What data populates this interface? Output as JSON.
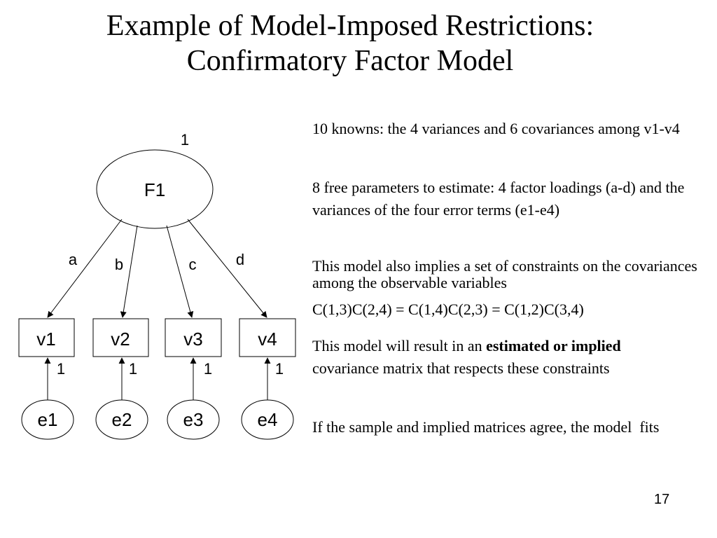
{
  "slide": {
    "title_line1": "Example of Model-Imposed Restrictions:",
    "title_line2": "Confirmatory Factor Model",
    "page_number": "17"
  },
  "diagram": {
    "factor": {
      "label": "F1",
      "variance": "1"
    },
    "loadings": [
      "a",
      "b",
      "c",
      "d"
    ],
    "observed": [
      "v1",
      "v2",
      "v3",
      "v4"
    ],
    "errors": [
      "e1",
      "e2",
      "e3",
      "e4"
    ],
    "error_paths": [
      "1",
      "1",
      "1",
      "1"
    ]
  },
  "text": {
    "p1": "10 knowns: the 4 variances and 6 covariances among v1-v4",
    "p2": "8 free parameters to estimate: 4 factor loadings (a-d) and the variances of the four error terms (e1-e4)",
    "p3": "This model also implies a set of constraints on the covariances among the observable variables",
    "p4": "C(1,3)C(2,4) = C(1,4)C(2,3) = C(1,2)C(3,4)",
    "p5_before": "This model will result in an ",
    "p5_bold": "estimated or implied",
    "p5_after": " covariance matrix that respects these constraints",
    "p6": "If the sample and implied matrices agree, the model  fits"
  }
}
